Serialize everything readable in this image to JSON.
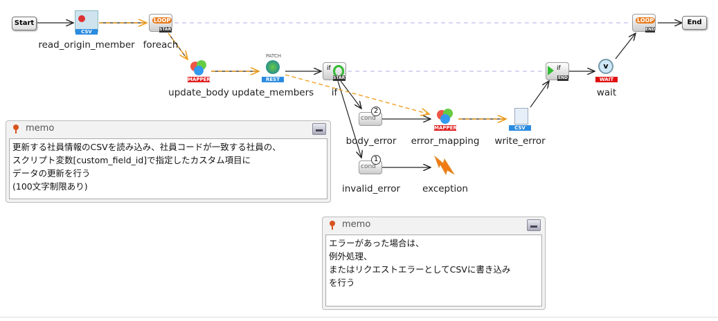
{
  "start": "Start",
  "end": "End",
  "nodes": {
    "read_origin_member": {
      "label": "read_origin_member",
      "tag": "CSV"
    },
    "foreach": {
      "label": "foreach",
      "tag": "START",
      "icon": "LOOP"
    },
    "update_body": {
      "label": "update_body",
      "tag": "MAPPER"
    },
    "update_members": {
      "label": "update_members",
      "tag": "REST",
      "method": "PATCH"
    },
    "if": {
      "label": "if",
      "tag": "START",
      "icon": "if"
    },
    "body_error": {
      "label": "body_error",
      "icon": "cond",
      "order": "2"
    },
    "error_mapping": {
      "label": "error_mapping",
      "tag": "MAPPER"
    },
    "write_error": {
      "label": "write_error",
      "tag": "CSV"
    },
    "invalid_error": {
      "label": "invalid_error",
      "icon": "cond",
      "order": "1"
    },
    "exception": {
      "label": "exception"
    },
    "if_end": {
      "tag": "END",
      "icon": "if"
    },
    "wait": {
      "label": "wait",
      "tag": "WAIT"
    },
    "loop_end": {
      "tag": "END",
      "icon": "LOOP"
    }
  },
  "memos": [
    {
      "title": "memo",
      "text": "更新する社員情報のCSVを読み込み、社員コードが一致する社員の、\nスクリプト変数[custom_field_id]で指定したカスタム項目に\nデータの更新を行う\n(100文字制限あり)"
    },
    {
      "title": "memo",
      "text": "エラーがあった場合は、\n例外処理、\nまたはリクエストエラーとしてCSVに書き込み\nを行う"
    }
  ],
  "colors": {
    "flow": "#222222",
    "data": "#f0a020",
    "scope": "#c8c8f0",
    "mapper": "#e02020",
    "csv": "#2a8be0",
    "wait": "#e01010"
  }
}
